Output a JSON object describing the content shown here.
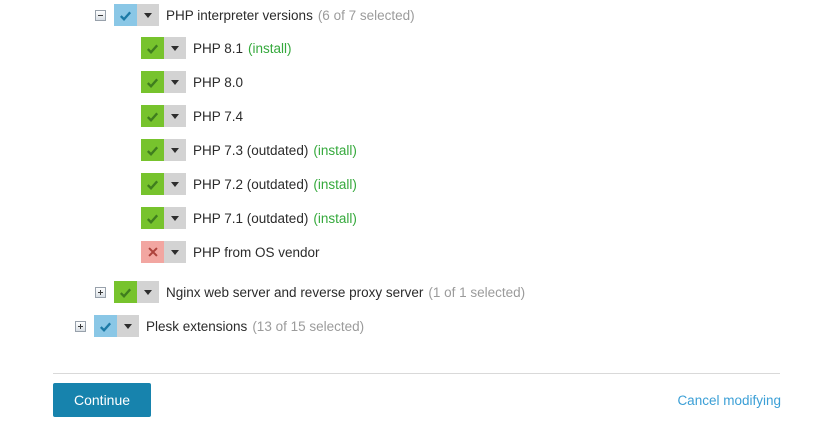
{
  "colors": {
    "checkbox_partial_bg": "#8ac7e6",
    "checkbox_partial_check": "#1c7aa6",
    "checkbox_selected_bg": "#77c32d",
    "checkbox_selected_check": "#3f7d1e",
    "checkbox_excluded_bg": "#f2a6a1",
    "checkbox_excluded_cross": "#ad423c",
    "dropdown_bg": "#d3d3d3",
    "summary_text": "#9b9b9b",
    "install_note_text": "#35a93c",
    "button_bg": "#1783ad",
    "link_text": "#3b9fd6",
    "divider": "#d9d9d9"
  },
  "icons": {
    "collapse": "minus-box",
    "expand": "plus-box",
    "checked": "checkmark",
    "excluded": "cross",
    "dropdown": "down-triangle"
  },
  "tree": {
    "rows": [
      {
        "label": "PHP interpreter versions",
        "summary": "(6 of 7 selected)",
        "state": "partial",
        "expander": "collapse"
      },
      {
        "label": "PHP 8.1",
        "note": "(install)",
        "state": "selected"
      },
      {
        "label": "PHP 8.0",
        "state": "selected"
      },
      {
        "label": "PHP 7.4",
        "state": "selected"
      },
      {
        "label": "PHP 7.3 (outdated)",
        "note": "(install)",
        "state": "selected"
      },
      {
        "label": "PHP 7.2 (outdated)",
        "note": "(install)",
        "state": "selected"
      },
      {
        "label": "PHP 7.1 (outdated)",
        "note": "(install)",
        "state": "selected"
      },
      {
        "label": "PHP from OS vendor",
        "state": "excluded"
      },
      {
        "label": "Nginx web server and reverse proxy server",
        "summary": "(1 of 1 selected)",
        "state": "selected",
        "expander": "expand"
      },
      {
        "label": "Plesk extensions",
        "summary": "(13 of 15 selected)",
        "state": "partial",
        "expander": "expand"
      }
    ]
  },
  "footer": {
    "continue_label": "Continue",
    "cancel_label": "Cancel modifying"
  }
}
